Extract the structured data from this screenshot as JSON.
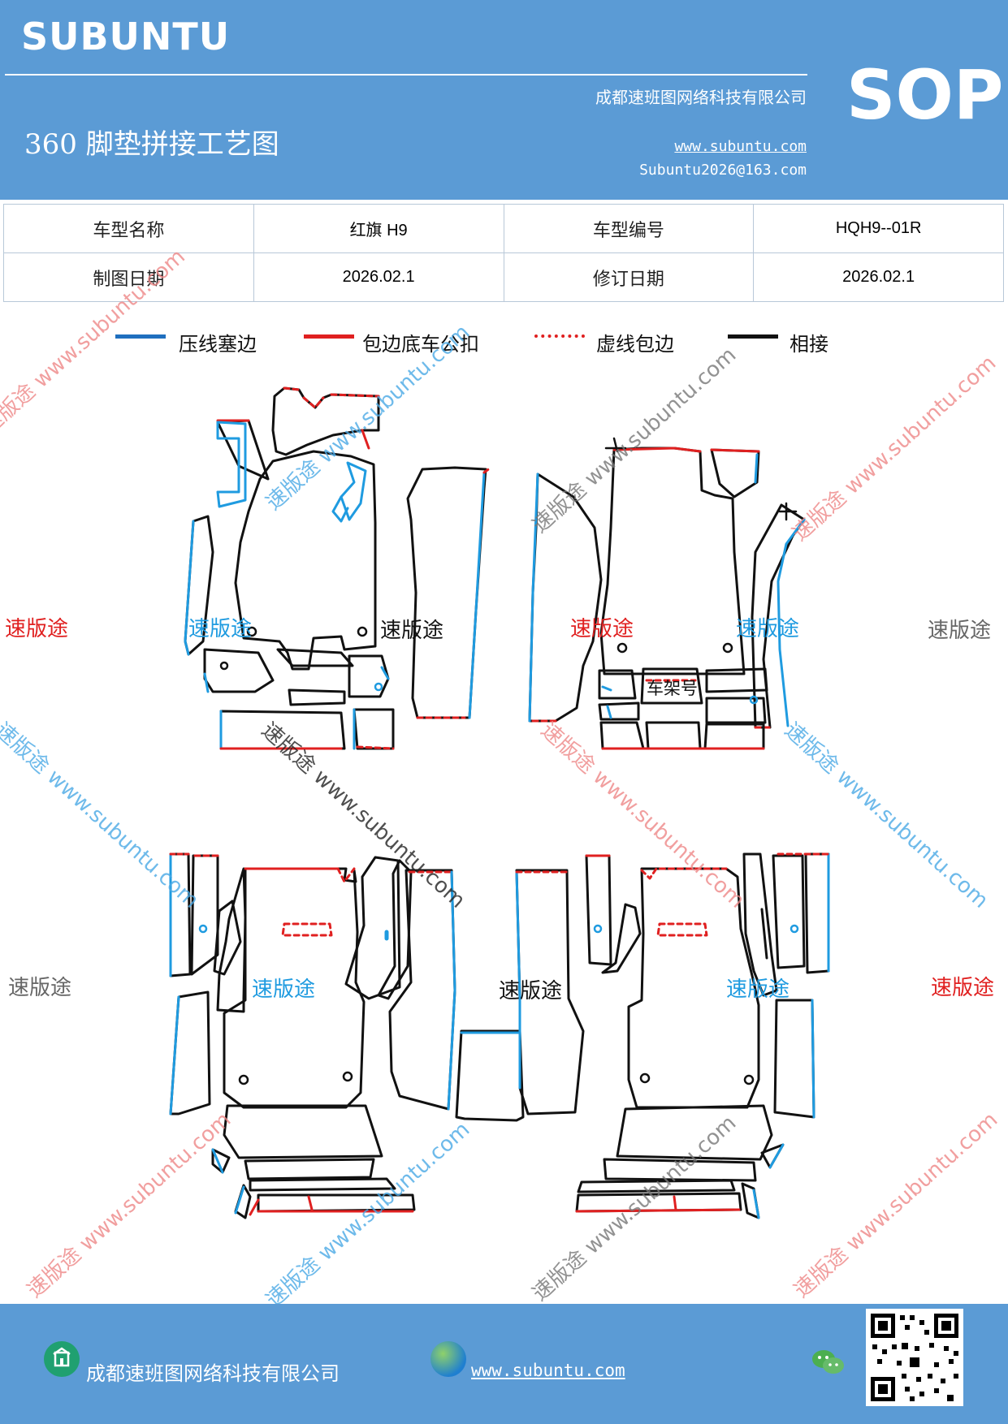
{
  "header": {
    "brand": "SUBUNTU",
    "company": "成都速班图网络科技有限公司",
    "title": "360 脚垫拼接工艺图",
    "url": "www.subuntu.com",
    "email": "Subuntu2026@163.com",
    "badge": "SOP"
  },
  "info_table": {
    "rows": [
      [
        {
          "text": "车型名称"
        },
        {
          "text": "红旗 H9"
        },
        {
          "text": "车型编号"
        },
        {
          "text": "HQH9--01R"
        }
      ],
      [
        {
          "text": "制图日期"
        },
        {
          "text": "2026.02.1"
        },
        {
          "text": "修订日期"
        },
        {
          "text": "2026.02.1"
        }
      ]
    ]
  },
  "legend": {
    "items": [
      {
        "label": "压线塞边",
        "color": "#1f6fbf",
        "style": "solid"
      },
      {
        "label": "包边底车公扣",
        "color": "#e02020",
        "style": "solid"
      },
      {
        "label": "虚线包边",
        "color": "#e02020",
        "style": "dashed"
      },
      {
        "label": "相接",
        "color": "#111111",
        "style": "solid"
      }
    ]
  },
  "diagram": {
    "frame_label": "车架号",
    "watermarks": {
      "word": "速版途",
      "url_text": "速版途 www.subuntu.com"
    }
  },
  "footer": {
    "company": "成都速班图网络科技有限公司",
    "url": "www.subuntu.com"
  },
  "colors": {
    "header_bg": "#5b9bd5",
    "blue": "#1f9be0",
    "red": "#e02020",
    "gray": "#666666"
  }
}
